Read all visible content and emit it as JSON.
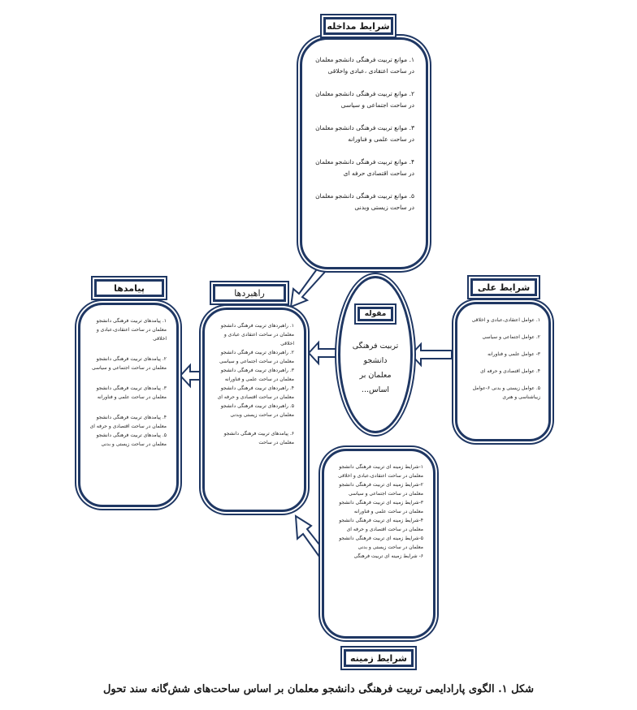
{
  "boxes": {
    "entry": {
      "title": "شرایط مداخله",
      "items": [
        "۱. موانع تربیت فرهنگی دانشجو معلمان در ساحت اعتقادی ،عبادی واخلاقی",
        "۲. موانع تربیت فرهنگی دانشجو معلمان در ساحت اجتماعی و سیاسی",
        "۳. موانع تربیت فرهنگی دانشجو معلمان در ساحت علمی و فناورانه",
        "۴. موانع تربیت فرهنگی دانشجو معلمان در ساحت اقتصادی حرفه ای",
        "۵. موانع تربیت فرهنگی دانشجو معلمان در ساحت زیستی وبدنی"
      ]
    },
    "causal": {
      "title": "شرایط علی",
      "items": [
        "۱. عوامل اعتقادی،عبادی و اخلاقی",
        "۲. عوامل اجتماعی و سیاسی",
        "۳- عوامل علمی و فناورانه",
        "۴. عوامل اقتصادی و حرفه ای",
        "۵. عوامل زیستی و بدنی ۶-عوامل زیباشناسی و هنری"
      ]
    },
    "core": {
      "title": "مقوله",
      "text": "تربیت فرهنگی دانشجو معلمان بر اساس..."
    },
    "strategies": {
      "title": "راهبردها",
      "items": [
        "۱. راهبردهای تربیت فرهنگی دانشجو معلمان در ساحت اعتقادی عبادی و اخلاقی",
        "۲. راهبردهای تربیت فرهنگی دانشجو معلمان در ساحت اجتماعی و سیاسی",
        "۳. راهبردهای تربیت فرهنگی دانشجو معلمان در ساحت علمی و فناورانه",
        "۴. راهبردهای تربیت فرهنگی دانشجو معلمان در ساحت اقتصادی و حرفه ای",
        "۵. راهبردهای تربیت فرهنگی دانشجو معلمان در ساحت زیستی وبدنی",
        "۶. پیامدهای تربیت فرهنگی دانشجو معلمان در ساحت"
      ]
    },
    "outcomes": {
      "title": "پیامدها",
      "items": [
        "۱. پیامدهای تربیت فرهنگی دانشجو معلمان در ساحت اعتقادی،عبادی و اخلاقی",
        "۲. پیامدهای تربیت فرهنگی دانشجو معلمان در ساحت اجتماعی و سیاسی",
        "۳. پیامدهای تربیت فرهنگی دانشجو معلمان در ساحت علمی و فناورانه",
        "۴. پیامدهای تربیت فرهنگی دانشجو معلمان در ساحت اقتصادی و حرفه ای",
        "۵. پیامدهای تربیت فرهنگی دانشجو معلمان در ساحت زیستی و بدنی"
      ]
    },
    "context": {
      "title": "شرایط زمینه",
      "items": [
        "۱-شرایط زمینه ای تربیت فرهنگی دانشجو معلمان در ساحت اعتقادی،عبادی و اخلاقی",
        "۲-شرایط زمینه ای تربیت فرهنگی دانشجو معلمان در ساحت اجتماعی و سیاسی",
        "۳-شرایط زمینه ای تربیت فرهنگی دانشجو معلمان در ساحت علمی و فناورانه",
        "۴-شرایط زمینه ای تربیت فرهنگی دانشجو معلمان در ساحت اقتصادی و حرفه ای",
        "۵-شرایط زمینه ای تربیت فرهنگی دانشجو معلمان در ساحت زیستی و بدنی",
        "۶- شرایط زمینه ای تربیت فرهنگی"
      ]
    }
  },
  "caption": "شکل ۱. الگوی پارادایمی تربیت فرهنگی دانشجو معلمان بر اساس ساحت‌های شش‌گانه سند تحول",
  "colors": {
    "border": "#1f3763"
  }
}
